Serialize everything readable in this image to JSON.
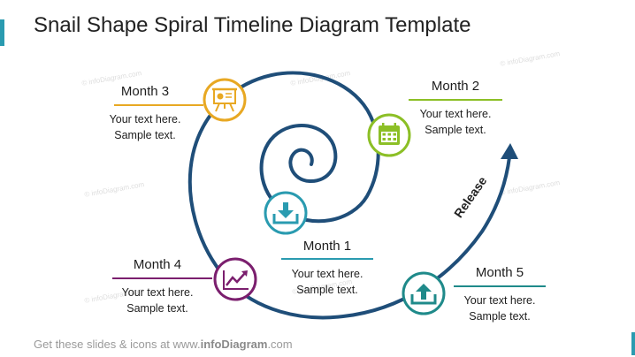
{
  "title": "Snail Shape Spiral Timeline Diagram Template",
  "footer": {
    "prefix": "Get these slides & icons at www.",
    "brand": "infoDiagram",
    "suffix": ".com"
  },
  "watermark": "© infoDiagram.com",
  "arrow_label": "Release",
  "colors": {
    "spiral": "#1f4e79",
    "month1": "#2a9bb0",
    "month2": "#8cbf26",
    "month3": "#e8a823",
    "month4": "#7b1f6e",
    "month5": "#1f8a8a"
  },
  "months": [
    {
      "label": "Month 1",
      "line1": "Your text here.",
      "line2": "Sample text.",
      "icon": "download-icon"
    },
    {
      "label": "Month 2",
      "line1": "Your text here.",
      "line2": "Sample text.",
      "icon": "calendar-icon"
    },
    {
      "label": "Month 3",
      "line1": "Your text here.",
      "line2": "Sample text.",
      "icon": "presentation-icon"
    },
    {
      "label": "Month 4",
      "line1": "Your text here.",
      "line2": "Sample text.",
      "icon": "chart-trend-icon"
    },
    {
      "label": "Month 5",
      "line1": "Your text here.",
      "line2": "Sample text.",
      "icon": "upload-icon"
    }
  ]
}
